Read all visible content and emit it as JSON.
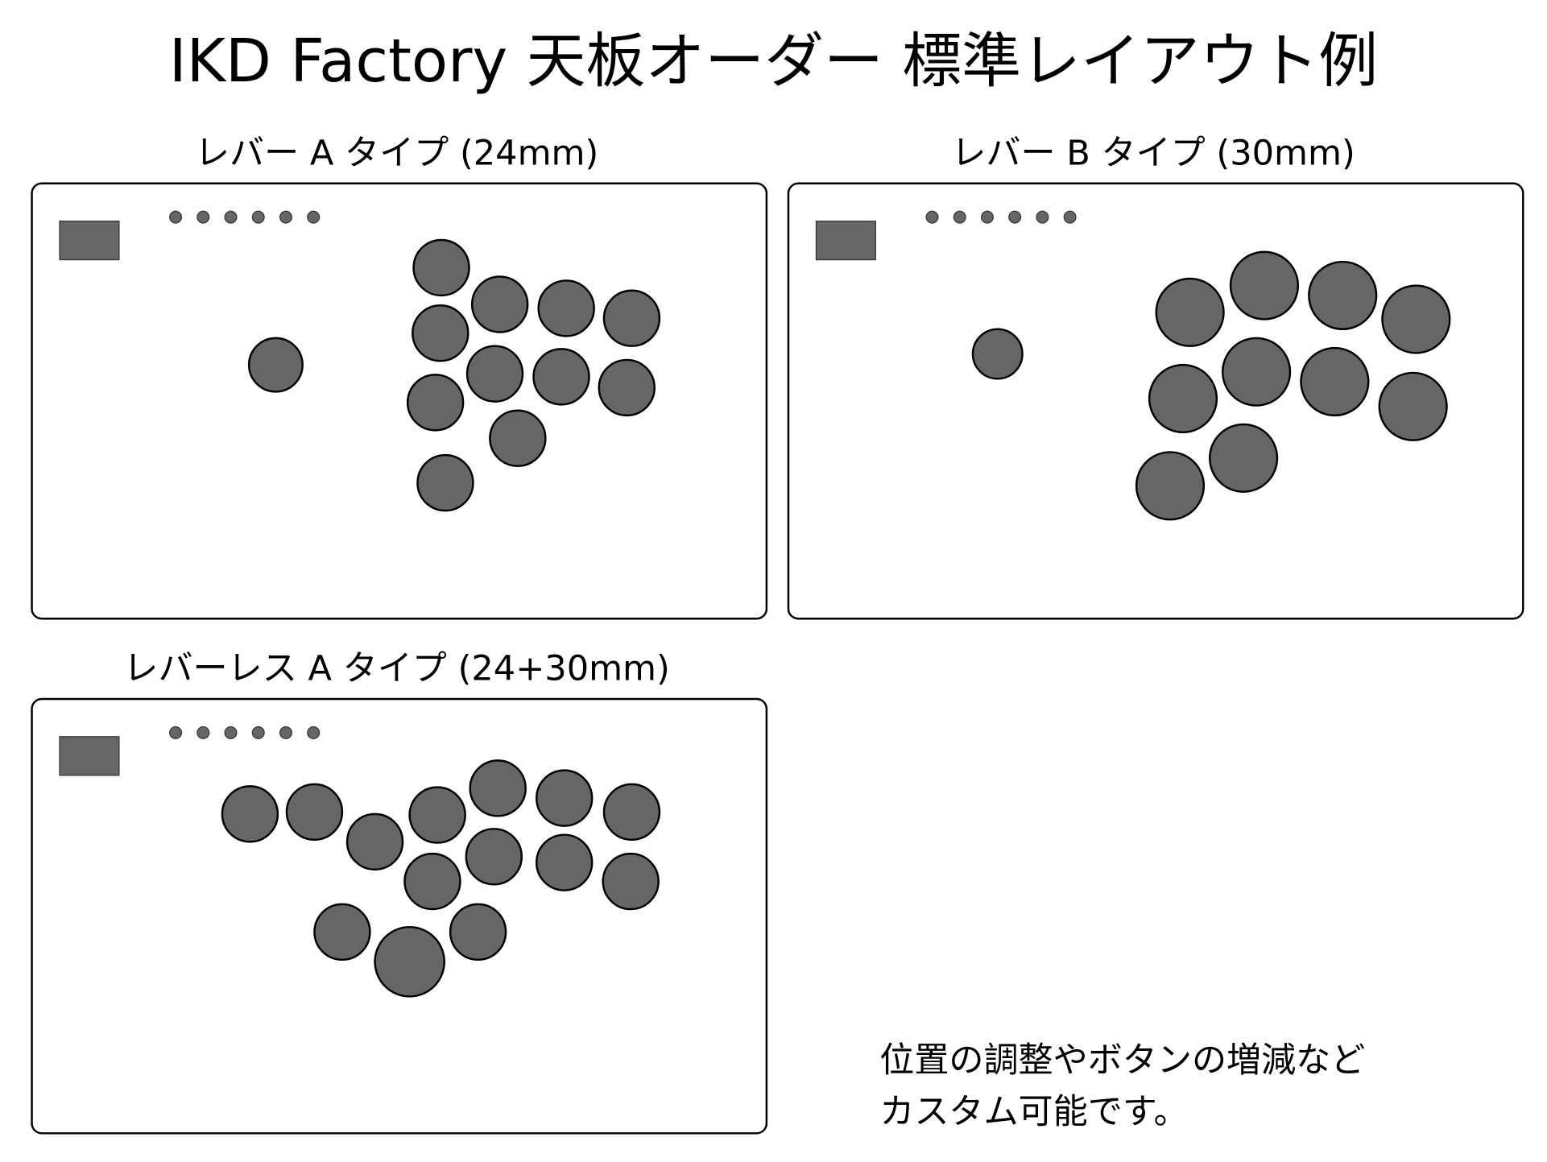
{
  "title": "IKD  Factory 天板オーダー  標準レイアウト例",
  "panels": [
    {
      "label": "レバー A タイプ (24mm)"
    },
    {
      "label": "レバー B タイプ (30mm)"
    },
    {
      "label": "レバーレス A タイプ (24+30mm)"
    }
  ],
  "note": {
    "line1": "位置の調整やボタンの増減など",
    "line2": "カスタム可能です。"
  },
  "colors": {
    "button_fill": "#666666",
    "outline": "#000000"
  }
}
